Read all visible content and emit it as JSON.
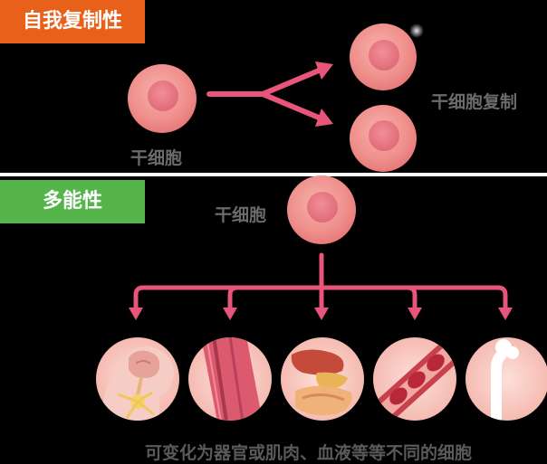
{
  "colors": {
    "self_renewal_tag": "#e8611b",
    "pluripotency_tag": "#55b44a",
    "arrow": "#e8547a",
    "cell": "#f0908d",
    "nucleus": "#e8707a",
    "background": "#000000",
    "label": "#6b6b6b"
  },
  "top_section": {
    "tag": "自我复制性",
    "stem_cell_label": "干细胞",
    "replication_label": "干细胞复制"
  },
  "bottom_section": {
    "tag": "多能性",
    "stem_cell_label": "干细胞",
    "targets": [
      {
        "icon": "brain-neuron-icon"
      },
      {
        "icon": "muscle-fiber-icon"
      },
      {
        "icon": "digestive-organs-icon"
      },
      {
        "icon": "blood-vessel-icon"
      },
      {
        "icon": "bone-icon"
      }
    ],
    "caption": "可变化为器官或肌肉、血液等等不同的细胞"
  }
}
